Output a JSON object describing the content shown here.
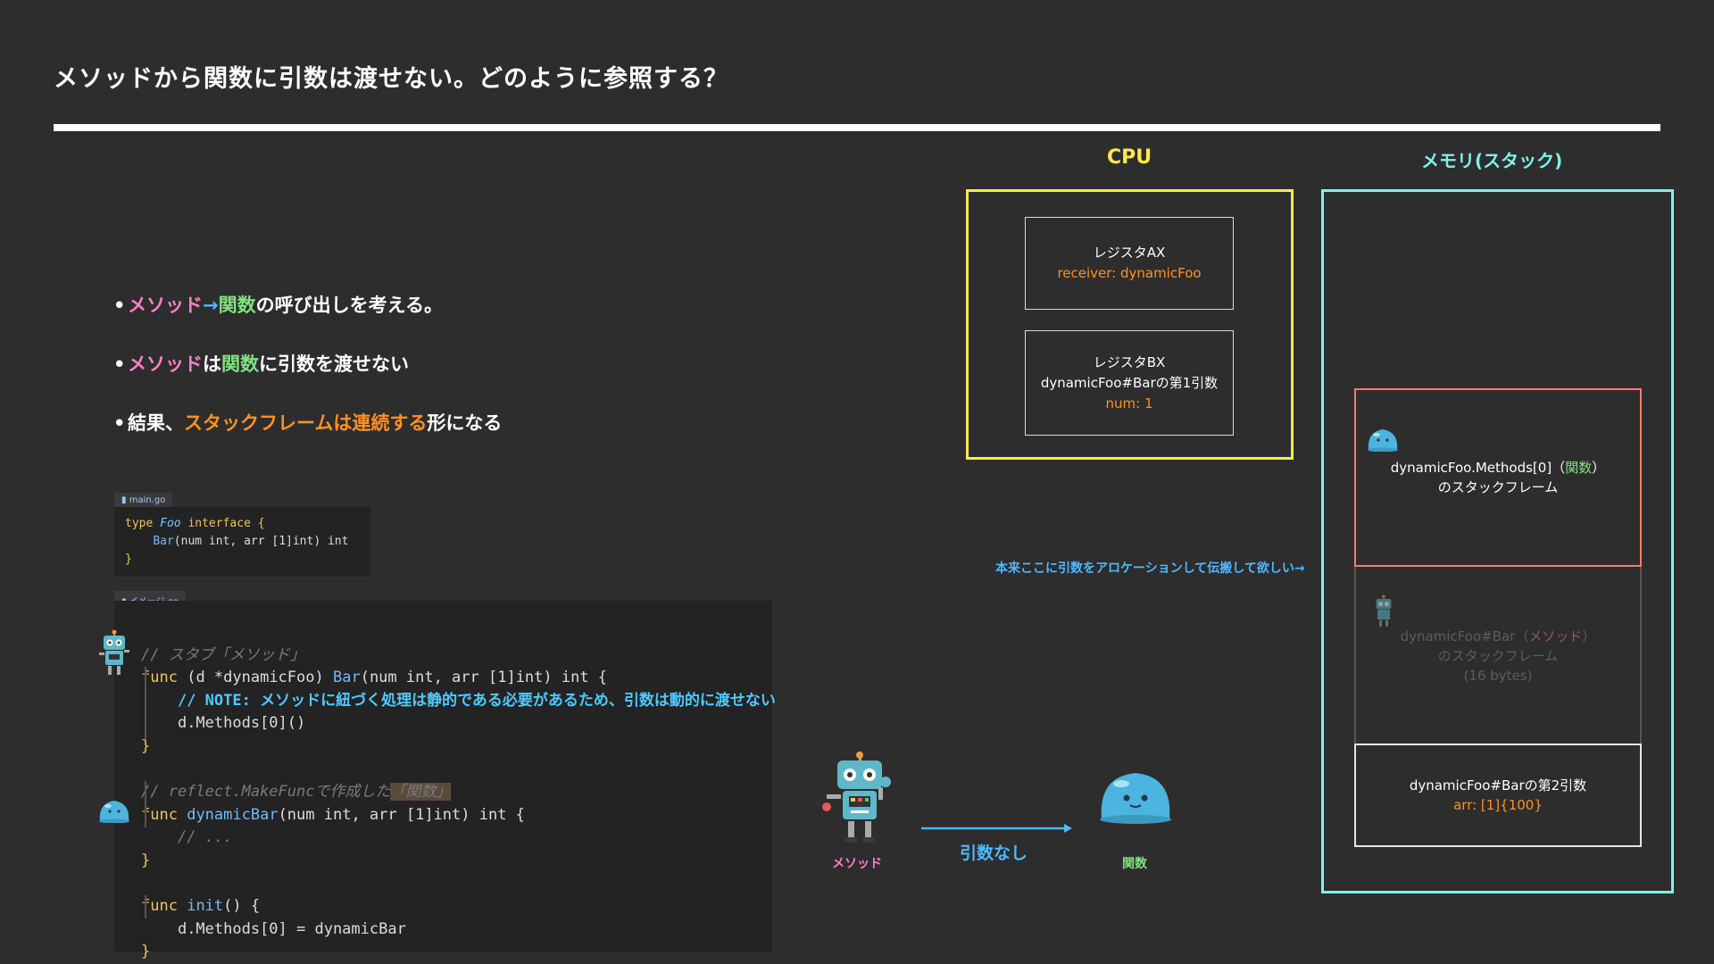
{
  "slide": {
    "title": "メソッドから関数に引数は渡せない。どのように参照する？"
  },
  "bullets": [
    {
      "parts": [
        "メソッド",
        "→",
        "関数",
        "の呼び出しを考える。"
      ]
    },
    {
      "parts": [
        "メソッド",
        "は",
        "関数",
        "に引数を渡せない"
      ]
    },
    {
      "parts": [
        "結果、",
        "スタックフレームは連続する",
        "形になる"
      ]
    }
  ],
  "code_small": {
    "filename": "main.go",
    "line1_kw": "type",
    "line1_type": "Foo",
    "line1_kw2": "interface",
    "line1_brace": "{",
    "line2_fn": "Bar",
    "line2_rest": "(num int, arr [1]int) int",
    "line3": "}"
  },
  "code_big": {
    "filename": "イメージ.go",
    "c1": "// スタブ「メソッド」",
    "f1_kw": "func",
    "f1_recv": "(d *dynamicFoo)",
    "f1_name": "Bar",
    "f1_sig": "(num int, arr [1]int) int {",
    "note_prefix": "// NOTE:",
    "note_text": "メソッドに紐づく処理は静的である必要があるため、引数は動的に渡せない",
    "call": "d.Methods[0]()",
    "close1": "}",
    "c2": "// reflect.MakeFuncで作成した",
    "c2_tag": "「関数」",
    "f2_kw": "func",
    "f2_name": "dynamicBar",
    "f2_sig": "(num int, arr [1]int) int {",
    "f2_body": "// ...",
    "close2": "}",
    "f3_kw": "func",
    "f3_name": "init",
    "f3_sig": "() {",
    "assign": "d.Methods[0] = dynamicBar",
    "close3": "}"
  },
  "cpu": {
    "label": "CPU",
    "reg_ax_name": "レジスタAX",
    "reg_ax_value": "receiver: dynamicFoo",
    "reg_bx_name": "レジスタBX",
    "reg_bx_desc": "dynamicFoo#Barの第1引数",
    "reg_bx_value": "num: 1"
  },
  "memory": {
    "label": "メモリ(スタック)",
    "frame_fn_line1": "dynamicFoo.Methods[0]（",
    "frame_fn_tag": "関数",
    "frame_fn_line1_end": "）",
    "frame_fn_line2": "のスタックフレーム",
    "frame_meth_line1": "dynamicFoo#Bar（",
    "frame_meth_tag": "メソッド",
    "frame_meth_line1_end": "）",
    "frame_meth_line2": "のスタックフレーム",
    "frame_meth_line3": "(16 bytes)",
    "frame_arg_line1": "dynamicFoo#Barの第2引数",
    "frame_arg_value": "arr: [1]{100}"
  },
  "annotations": {
    "alloc_note": "本来ここに引数をアロケーションして伝搬して欲しい→",
    "no_args": "引数なし",
    "method_label": "メソッド",
    "func_label": "関数"
  },
  "colors": {
    "background": "#2d2d2d",
    "cpu_border": "#ffe94a",
    "memory_border": "#7ff0ec",
    "frame_fn_border": "#f6796d",
    "method_pink": "#ff7ec9",
    "func_green": "#7fe37f",
    "accent_orange": "#ff9124",
    "accent_blue": "#4fb8ff"
  },
  "icons": [
    "robot-icon",
    "slime-icon",
    "file-icon"
  ]
}
